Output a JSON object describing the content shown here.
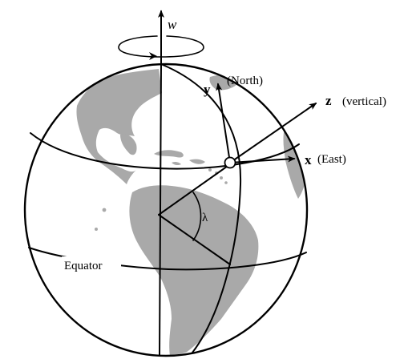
{
  "labels": {
    "rotation": "w",
    "x_axis_symbol": "x",
    "x_axis_text": "(East)",
    "y_axis_symbol": "y",
    "y_axis_text": "(North)",
    "z_axis_symbol": "z",
    "z_axis_text": "(vertical)",
    "latitude": "λ",
    "equator": "Equator"
  },
  "colors": {
    "land": "#a9a9a9",
    "lines": "#000000",
    "background": "#ffffff"
  }
}
